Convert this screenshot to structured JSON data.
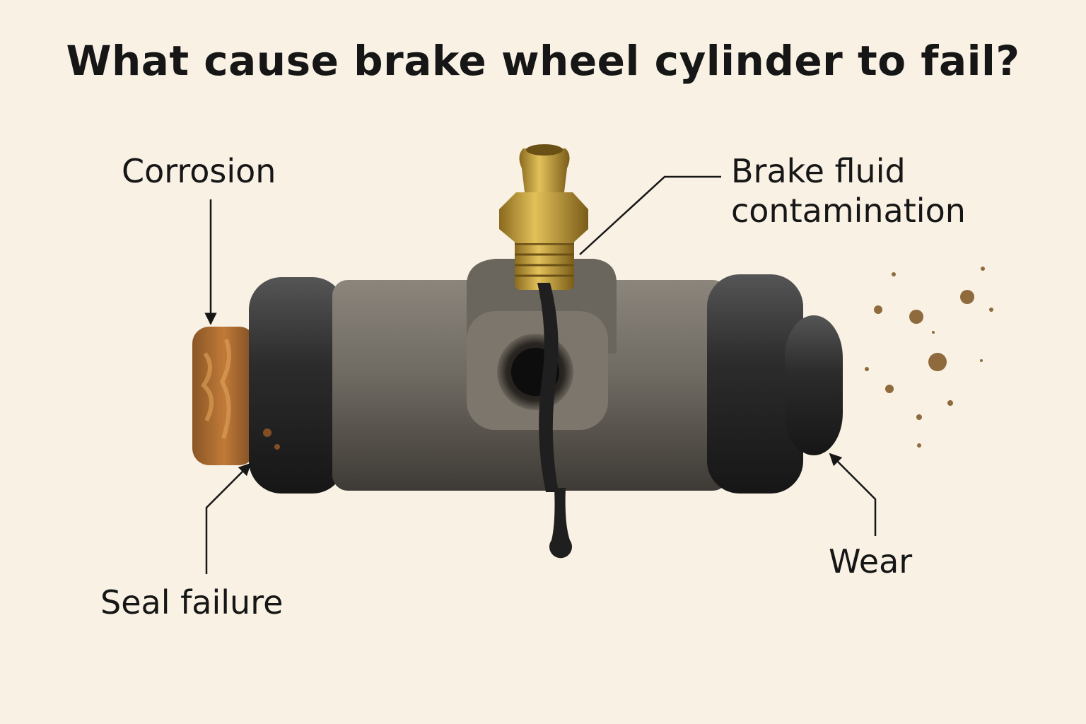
{
  "title": "What cause brake wheel cylinder to fail?",
  "labels": {
    "corrosion": "Corrosion",
    "fluid_line1": "Brake fluid",
    "fluid_line2": "contamination",
    "seal_failure": "Seal failure",
    "wear": "Wear"
  },
  "colors": {
    "background": "#f8f1e4",
    "text": "#161616",
    "rust": "#b5692b",
    "brass": "#c9a33c",
    "rubber_boot": "#2c2c2c",
    "cast_body": "#6f6a62",
    "brake_fluid": "#1f1f1f",
    "debris": "#8f6a3c"
  }
}
